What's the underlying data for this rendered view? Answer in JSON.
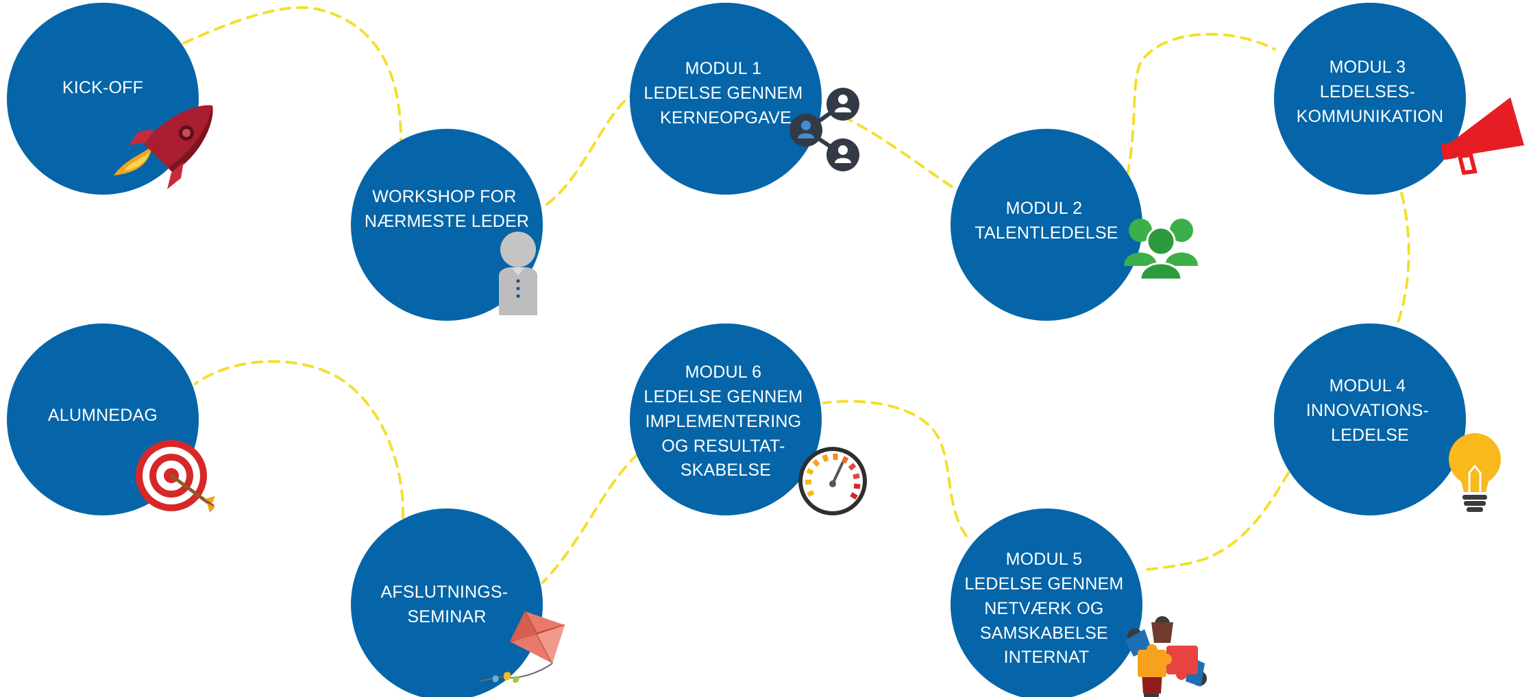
{
  "colors": {
    "circle": "#0565A8",
    "path": "#F5DE2E",
    "background": "#FFFFFF",
    "text": "#FFFFFF"
  },
  "nodes": [
    {
      "id": "kickoff",
      "lines": [
        "KICK-OFF"
      ],
      "icon": "rocket-icon"
    },
    {
      "id": "workshop",
      "lines": [
        "WORKSHOP FOR",
        "NÆRMESTE LEDER"
      ],
      "icon": "person-icon"
    },
    {
      "id": "modul1",
      "lines": [
        "MODUL 1",
        "LEDELSE GENNEM",
        "KERNEOPGAVE"
      ],
      "icon": "network-icon"
    },
    {
      "id": "modul2",
      "lines": [
        "MODUL 2",
        "TALENTLEDELSE"
      ],
      "icon": "group-icon"
    },
    {
      "id": "modul3",
      "lines": [
        "MODUL 3",
        "LEDELSES-",
        "KOMMUNIKATION"
      ],
      "icon": "megaphone-icon"
    },
    {
      "id": "modul4",
      "lines": [
        "MODUL 4",
        "INNOVATIONS-",
        "LEDELSE"
      ],
      "icon": "lightbulb-icon"
    },
    {
      "id": "modul5",
      "lines": [
        "MODUL 5",
        "LEDELSE GENNEM",
        "NETVÆRK OG",
        "SAMSKABELSE",
        "INTERNAT"
      ],
      "icon": "puzzle-icon"
    },
    {
      "id": "modul6",
      "lines": [
        "MODUL 6",
        "LEDELSE GENNEM",
        "IMPLEMENTERING",
        "OG RESULTAT-",
        "SKABELSE"
      ],
      "icon": "gauge-icon"
    },
    {
      "id": "afslutning",
      "lines": [
        "AFSLUTNINGS-",
        "SEMINAR"
      ],
      "icon": "kite-icon"
    },
    {
      "id": "alumnedag",
      "lines": [
        "ALUMNEDAG"
      ],
      "icon": "target-icon"
    }
  ]
}
